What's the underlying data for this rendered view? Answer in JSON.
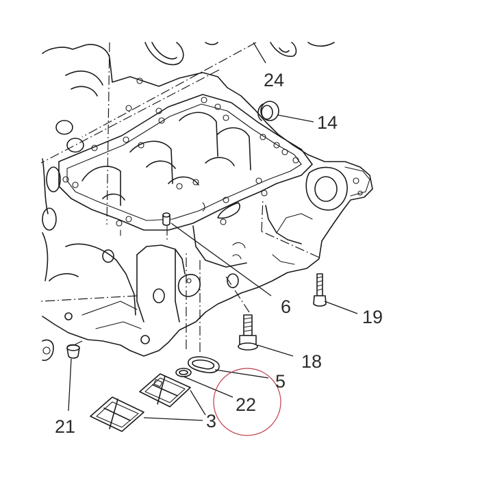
{
  "callouts": {
    "c24": "24",
    "c14": "14",
    "c19": "19",
    "c6": "6",
    "c18": "18",
    "c5": "5",
    "c22": "22",
    "c3": "3",
    "c21": "21"
  },
  "colors": {
    "line": "#1a1a1a",
    "label": "#2b2b2b",
    "highlight_circle": "#c0394b",
    "background": "#ffffff"
  }
}
